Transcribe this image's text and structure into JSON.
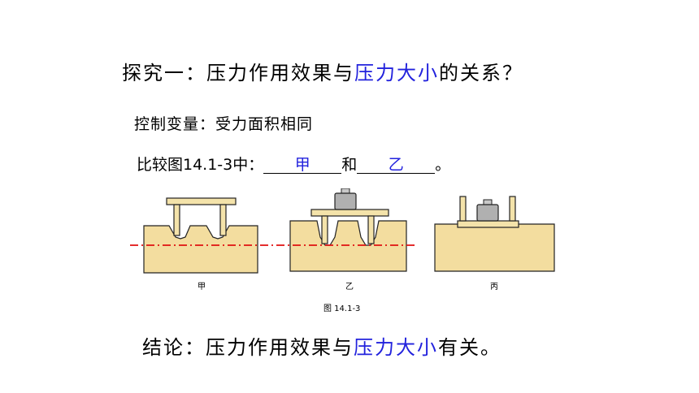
{
  "title": {
    "prefix": "探究一：压力作用效果与",
    "highlight": "压力大小",
    "suffix": "的关系？"
  },
  "control": "控制变量：受力面积相同",
  "compare": {
    "prefix": "比较图14.1-3中：",
    "answer1": "甲",
    "mid": "和",
    "answer2": "乙",
    "suffix": "。"
  },
  "figure": {
    "labels": {
      "a": "甲",
      "b": "乙",
      "c": "丙"
    },
    "caption": "图 14.1-3"
  },
  "conclusion": {
    "prefix": "结论：压力作用效果与",
    "highlight": "压力大小",
    "suffix": "有关。"
  },
  "colors": {
    "sponge": "#f3dd9f",
    "table": "#f4e3aa",
    "outline": "#222222",
    "dash": "#e01010",
    "answer": "#2222dd",
    "weight": "#b0b0b0"
  }
}
